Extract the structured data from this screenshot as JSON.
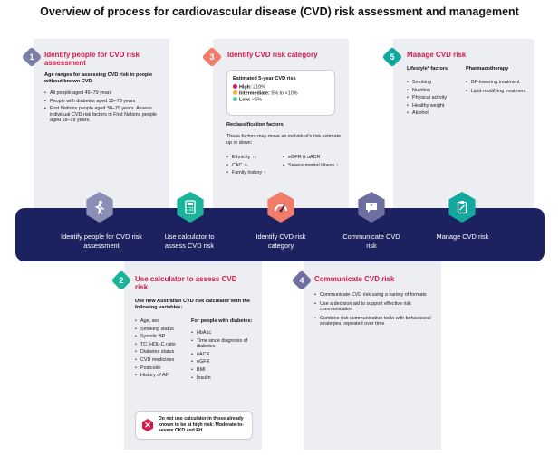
{
  "title": "Overview of process for cardiovascular disease (CVD) risk assessment and management",
  "colors": {
    "band": "#1c2260",
    "card": "#eceef1",
    "title_red": "#d4194b",
    "badge_1": "#7a7fa8",
    "badge_2": "#1bb39a",
    "badge_3": "#f27c6a",
    "badge_4": "#6e6fa0",
    "badge_5": "#13a89e",
    "risk_high": "#d4194b",
    "risk_intermediate": "#f2b134",
    "risk_low": "#5cc3b0"
  },
  "step1": {
    "number": "1",
    "title": "Identify people for CVD risk assessment",
    "subtitle": "Age ranges for assessing CVD risk in people without known CVD",
    "items": [
      "All people aged 45–79 years",
      "People with diabetes aged 35–79 years",
      "First Nations people aged 30–79 years. Assess individual CVD risk factors in First Nations people aged 18–29 years."
    ]
  },
  "step2": {
    "number": "2",
    "title": "Use calculator to assess CVD risk",
    "subtitle": "Use new Australian CVD risk calculator with the following variables:",
    "col1": [
      "Age, sex",
      "Smoking status",
      "Systolic BP",
      "TC: HDL-C ratio",
      "Diabetes status",
      "CVD medicines",
      "Postcode",
      "History of AF"
    ],
    "col2_heading": "For people with diabetes:",
    "col2": [
      "HbA1c",
      "Time since diagnosis of diabetes",
      "uACR",
      "eGFR",
      "BMI",
      "Insulin"
    ],
    "warning": "Do not use calculator in those already known to be at high risk: Moderate-to-severe CKD and FH"
  },
  "step3": {
    "number": "3",
    "title": "Identify CVD risk category",
    "box_title": "Estimated 5-year CVD risk",
    "risks": [
      {
        "label": "High:",
        "value": "≥10%"
      },
      {
        "label": "Intermediate:",
        "value": "5% to <10%"
      },
      {
        "label": "Low:",
        "value": "<5%"
      }
    ],
    "reclass_title": "Reclassification factors",
    "reclass_text": "These factors may move an individual's risk estimate up or down:",
    "factors_left": [
      {
        "label": "Ethnicity",
        "arrows": "↑↓"
      },
      {
        "label": "CAC",
        "arrows": "↑↓"
      },
      {
        "label": "Family history",
        "arrows": "↑"
      }
    ],
    "factors_right": [
      {
        "label": "eGFR & uACR",
        "arrows": "↑"
      },
      {
        "label": "Severe mental illness",
        "arrows": "↑"
      }
    ]
  },
  "step4": {
    "number": "4",
    "title": "Communicate CVD risk",
    "items": [
      "Communicate CVD risk using a variety of formats",
      "Use a decision aid to support effective risk communication",
      "Combine risk communication tools with behavioural strategies, repeated over time"
    ]
  },
  "step5": {
    "number": "5",
    "title": "Manage CVD risk",
    "lifestyle_heading": "Lifestyle* factors",
    "lifestyle": [
      "Smoking",
      "Nutrition",
      "Physical activity",
      "Healthy weight",
      "Alcohol"
    ],
    "pharma_heading": "Pharmacotherapy",
    "pharma": [
      "BP-lowering treatment",
      "Lipid-modifying treatment"
    ]
  },
  "band": {
    "items": [
      {
        "label": "Identify people for CVD risk assessment",
        "icon": "walking-person-icon"
      },
      {
        "label": "Use calculator to assess CVD risk",
        "icon": "calculator-icon"
      },
      {
        "label": "Identify CVD risk category",
        "icon": "gauge-icon"
      },
      {
        "label": "Communicate CVD risk",
        "icon": "speech-bubble-icon"
      },
      {
        "label": "Manage CVD risk",
        "icon": "clipboard-icon"
      }
    ]
  }
}
